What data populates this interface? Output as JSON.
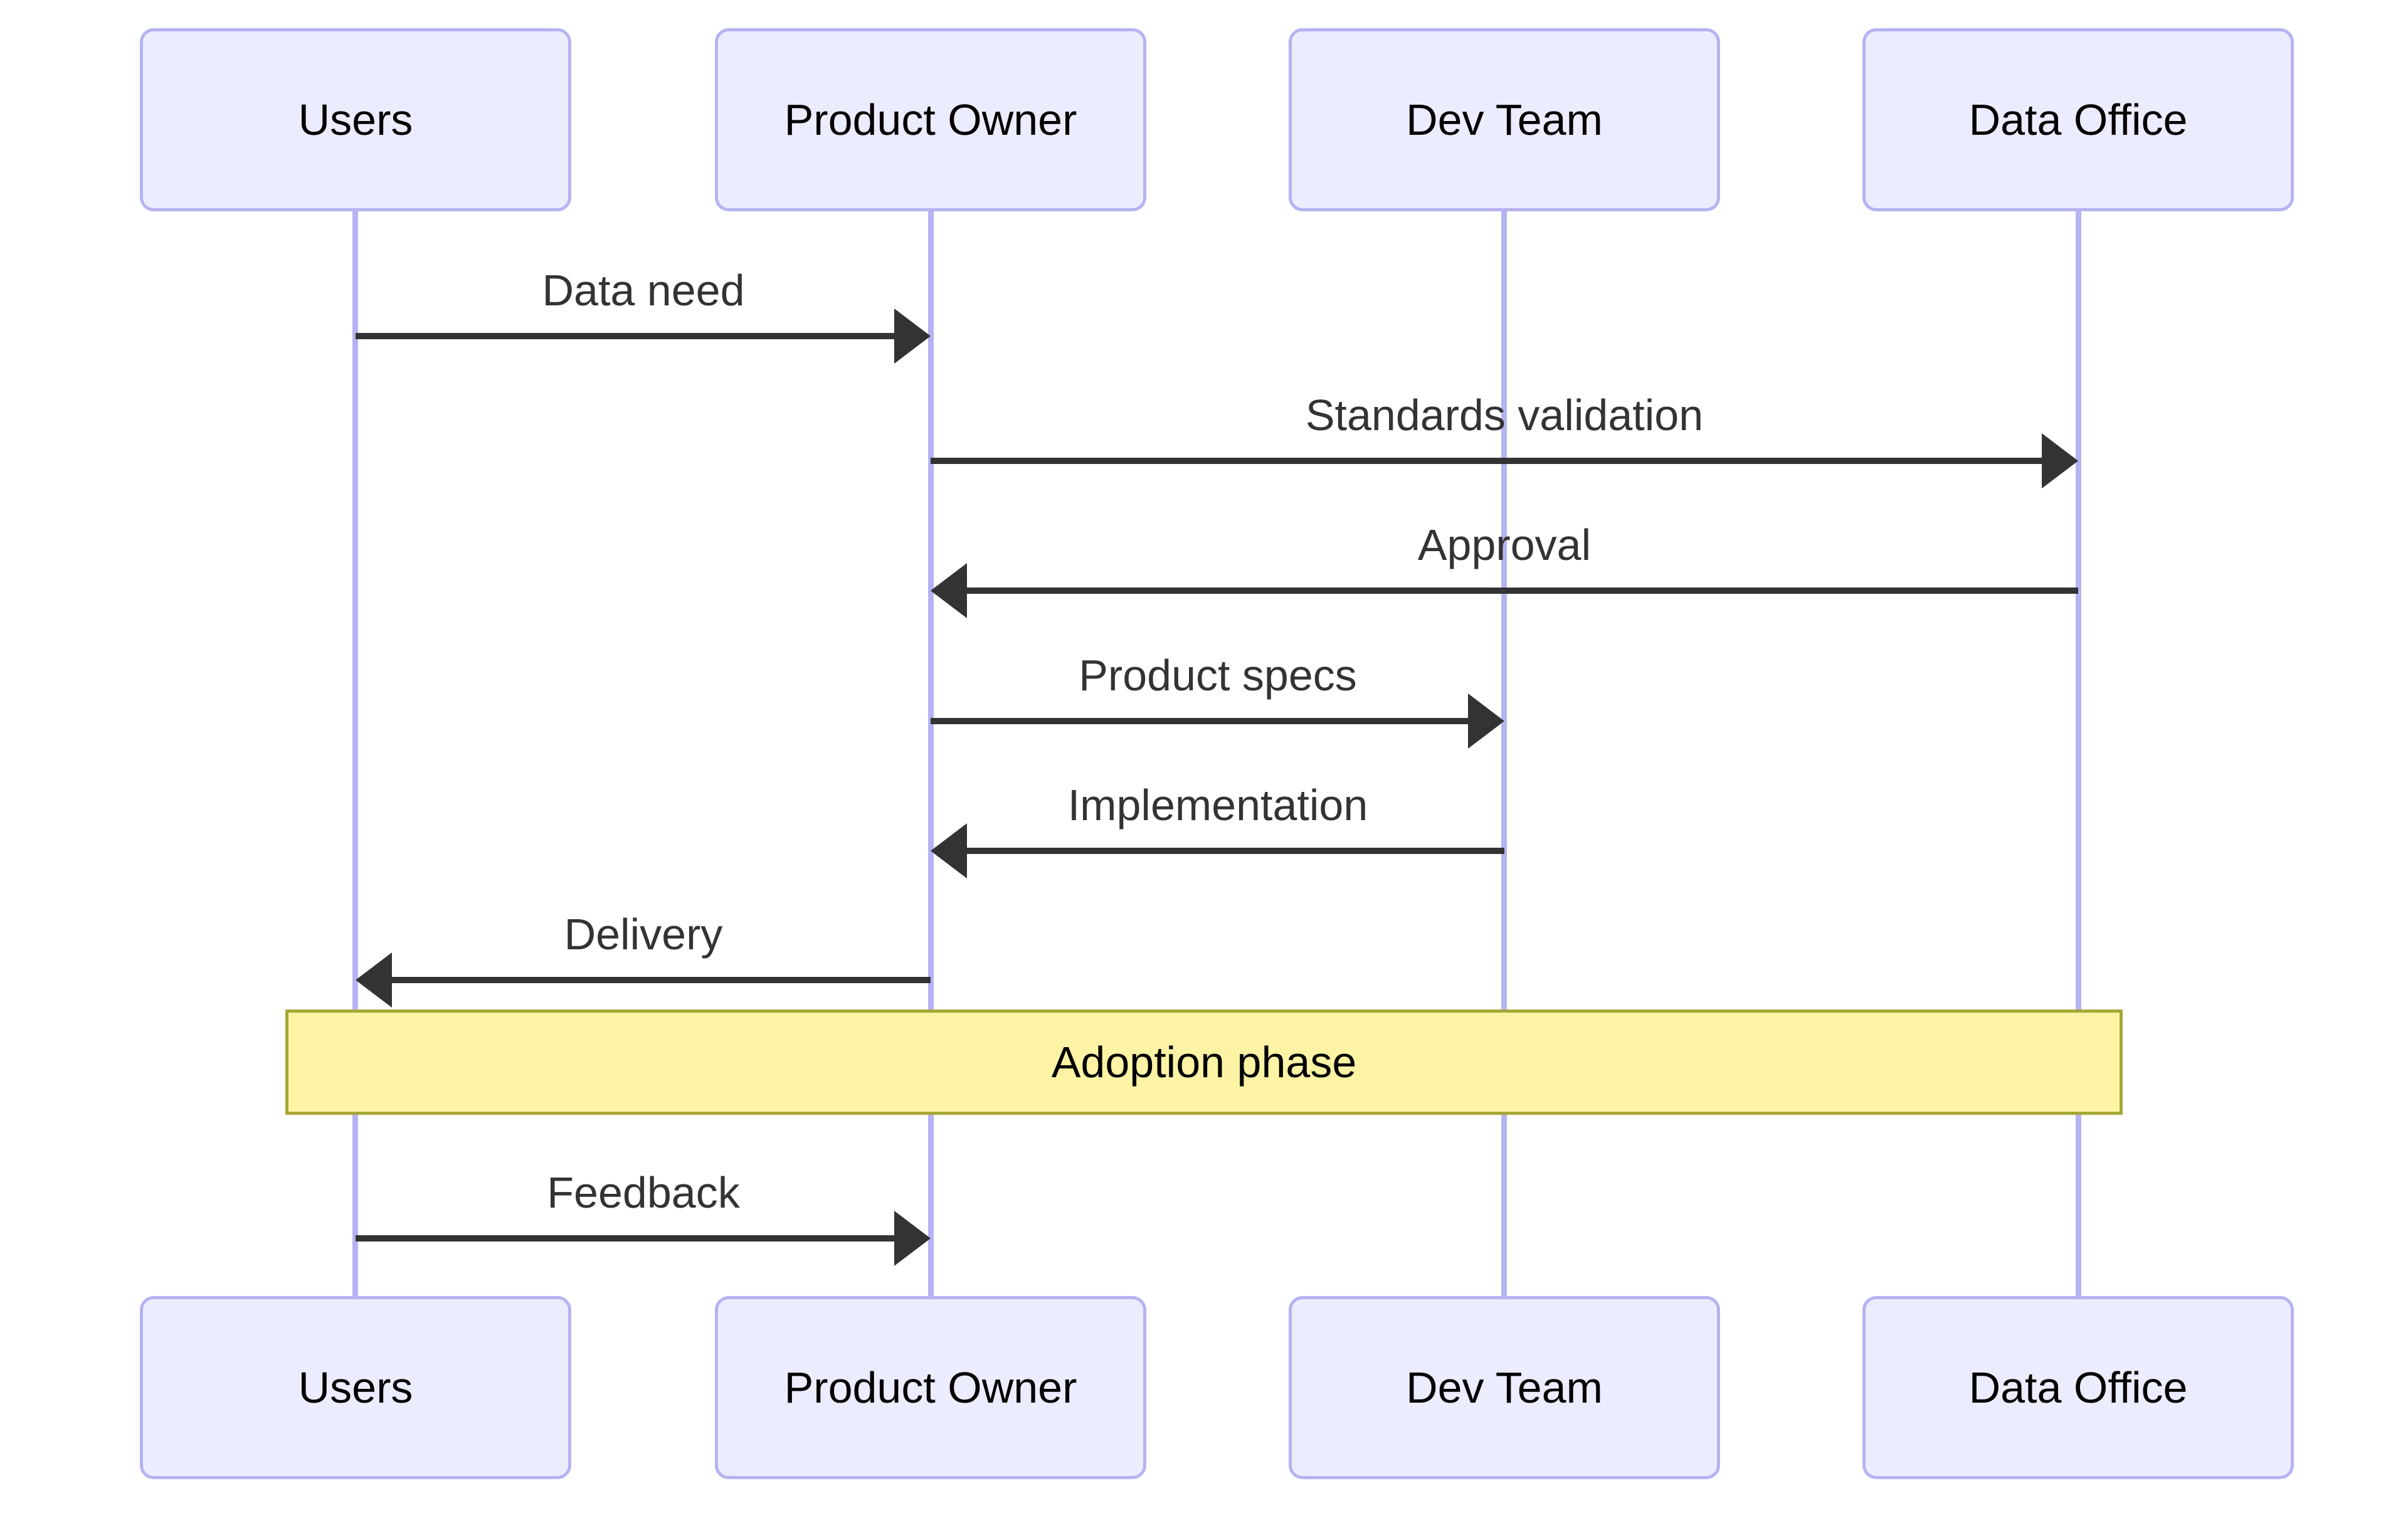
{
  "diagram": {
    "kind": "sequence-diagram",
    "actors": [
      {
        "id": "users",
        "label": "Users"
      },
      {
        "id": "product-owner",
        "label": "Product Owner"
      },
      {
        "id": "dev-team",
        "label": "Dev Team"
      },
      {
        "id": "data-office",
        "label": "Data Office"
      }
    ],
    "messages": [
      {
        "from": "Users",
        "to": "Product Owner",
        "label": "Data need",
        "direction": "right"
      },
      {
        "from": "Product Owner",
        "to": "Data Office",
        "label": "Standards validation",
        "direction": "right"
      },
      {
        "from": "Data Office",
        "to": "Product Owner",
        "label": "Approval",
        "direction": "left"
      },
      {
        "from": "Product Owner",
        "to": "Dev Team",
        "label": "Product specs",
        "direction": "right"
      },
      {
        "from": "Dev Team",
        "to": "Product Owner",
        "label": "Implementation",
        "direction": "left"
      },
      {
        "from": "Product Owner",
        "to": "Users",
        "label": "Delivery",
        "direction": "left"
      },
      {
        "from": "Users",
        "to": "Product Owner",
        "label": "Feedback",
        "direction": "right"
      }
    ],
    "note": {
      "label": "Adoption phase"
    },
    "colors": {
      "background": "#ffffff",
      "actor_fill": "#ECECFF",
      "actor_border": "#B5B3F2",
      "lifeline": "#B5B3F2",
      "message_line": "#333333",
      "message_text": "#333333",
      "actor_text": "#000000",
      "note_fill": "#FCF3A5",
      "note_border": "#A7A737",
      "note_text": "#000000"
    }
  }
}
